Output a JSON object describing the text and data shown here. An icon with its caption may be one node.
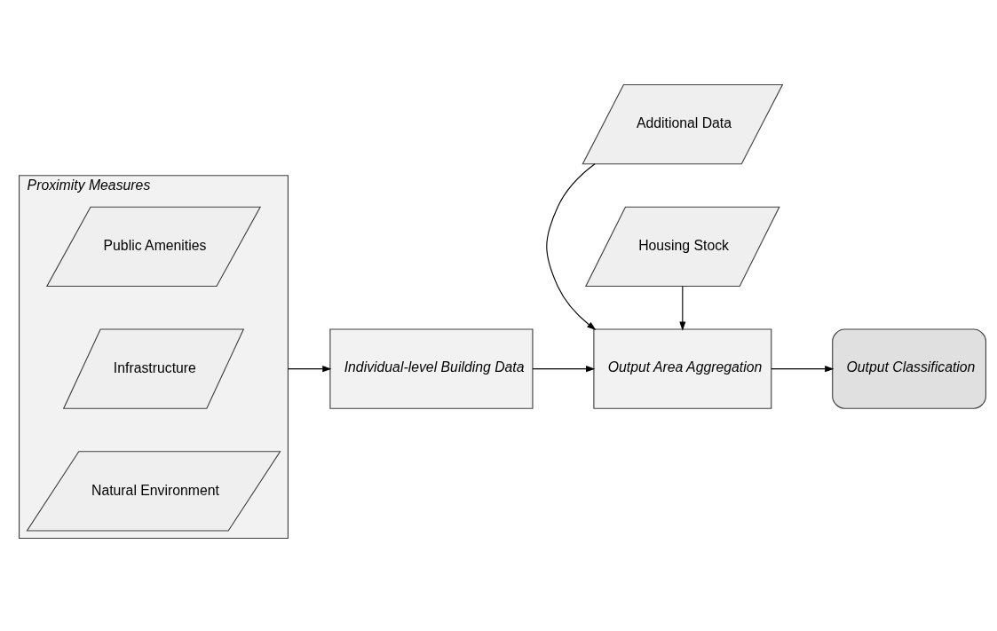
{
  "diagram": {
    "nodes": [
      {
        "text": [
          "Proximity Measures"
        ]
      },
      {
        "text": [
          "Natural Environment"
        ],
        "in": 0
      },
      {
        "text": [
          "Infrastructure"
        ],
        "in": 0
      },
      {
        "text": [
          "Public Amenities"
        ],
        "in": 0
      },
      {
        "text": [
          "Individual-level Building Data"
        ]
      },
      {
        "text": [
          "Additional Data"
        ]
      },
      {
        "text": [
          "Output Area Aggregation"
        ]
      },
      {
        "text": [
          "Housing Stock"
        ]
      },
      {
        "text": [
          "Output Classification"
        ]
      }
    ],
    "edges": [
      {
        "from": 0,
        "to": 4,
        "arrow": "to"
      },
      {
        "from": 4,
        "to": 6,
        "arrow": "to"
      },
      {
        "from": 5,
        "to": 6,
        "arrow": "to"
      },
      {
        "from": 7,
        "to": 6,
        "arrow": "to"
      },
      {
        "from": 6,
        "to": 8,
        "arrow": "to"
      }
    ]
  }
}
